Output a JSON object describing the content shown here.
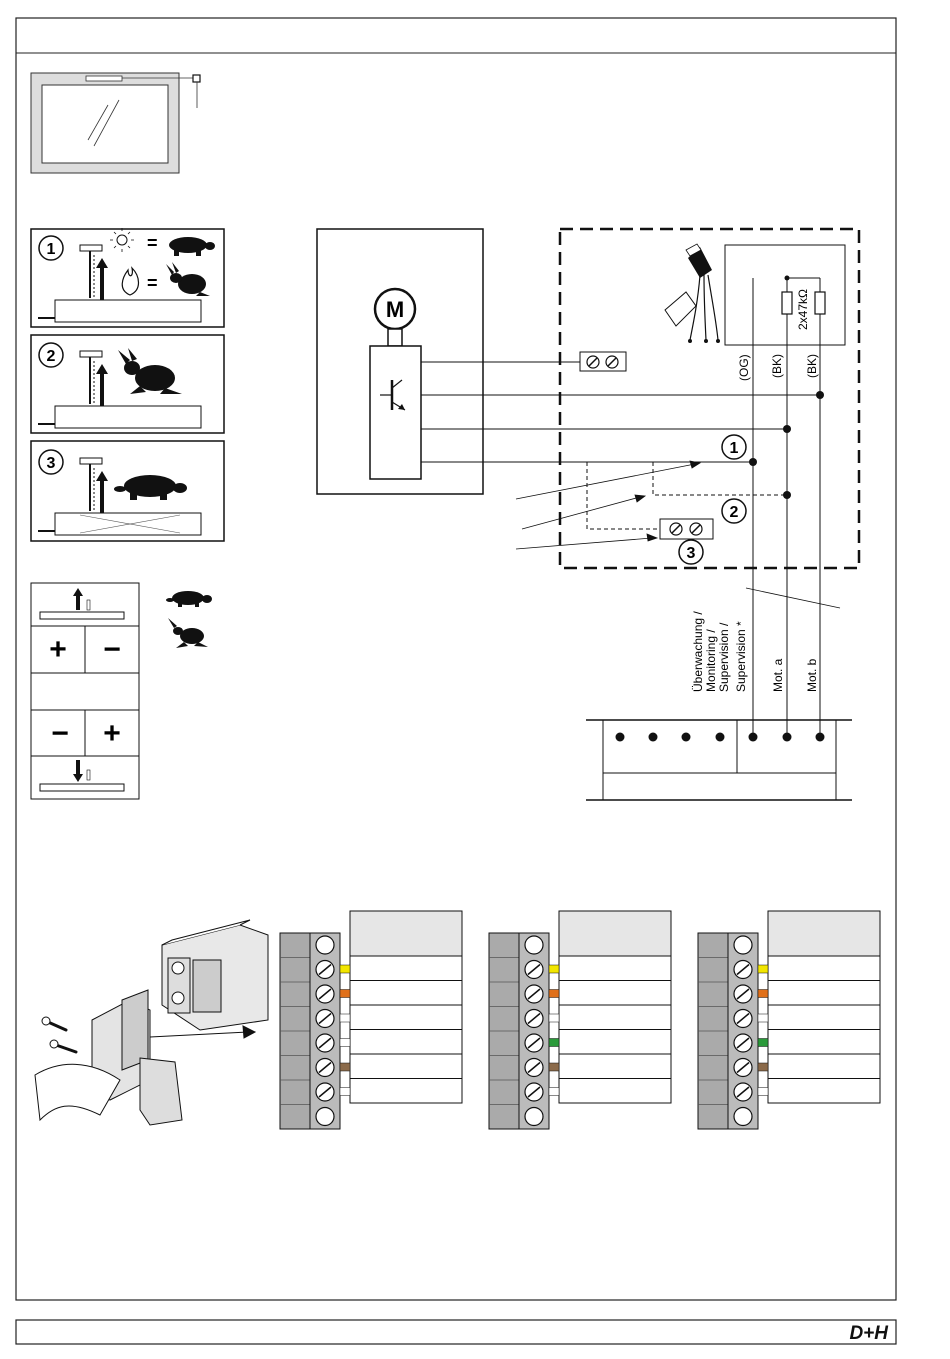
{
  "circuit": {
    "motor_label": "M",
    "markers": [
      "1",
      "2",
      "3"
    ],
    "resistor_label": "2x47kΩ",
    "wire_labels": [
      "(OG)",
      "(BK)",
      "(BK)"
    ],
    "terminal_labels": {
      "monitoring": [
        "Überwachung /",
        "Monitoring /",
        "Supervision /",
        "Supervision *"
      ],
      "mot_a": "Mot. a",
      "mot_b": "Mot. b"
    }
  },
  "speed_panels": [
    {
      "number": "1",
      "symbols": [
        "sun-icon",
        "turtle-icon",
        "fire-icon",
        "rabbit-icon"
      ],
      "equals": "="
    },
    {
      "number": "2",
      "symbols": [
        "rabbit-icon"
      ]
    },
    {
      "number": "3",
      "symbols": [
        "turtle-icon"
      ]
    }
  ],
  "legend": {
    "plus": "+",
    "minus": "−"
  },
  "connector_blocks": [
    {
      "wire_colors": [
        "#f2e600",
        "#e0701a",
        null,
        null,
        "#8b6a4a",
        null
      ]
    },
    {
      "wire_colors": [
        "#f2e600",
        "#e0701a",
        null,
        "#2a9a3a",
        "#8b6a4a",
        null
      ]
    },
    {
      "wire_colors": [
        "#f2e600",
        "#e0701a",
        null,
        "#2a9a3a",
        "#8b6a4a",
        null
      ]
    }
  ],
  "footer": {
    "logo": "D+H"
  }
}
